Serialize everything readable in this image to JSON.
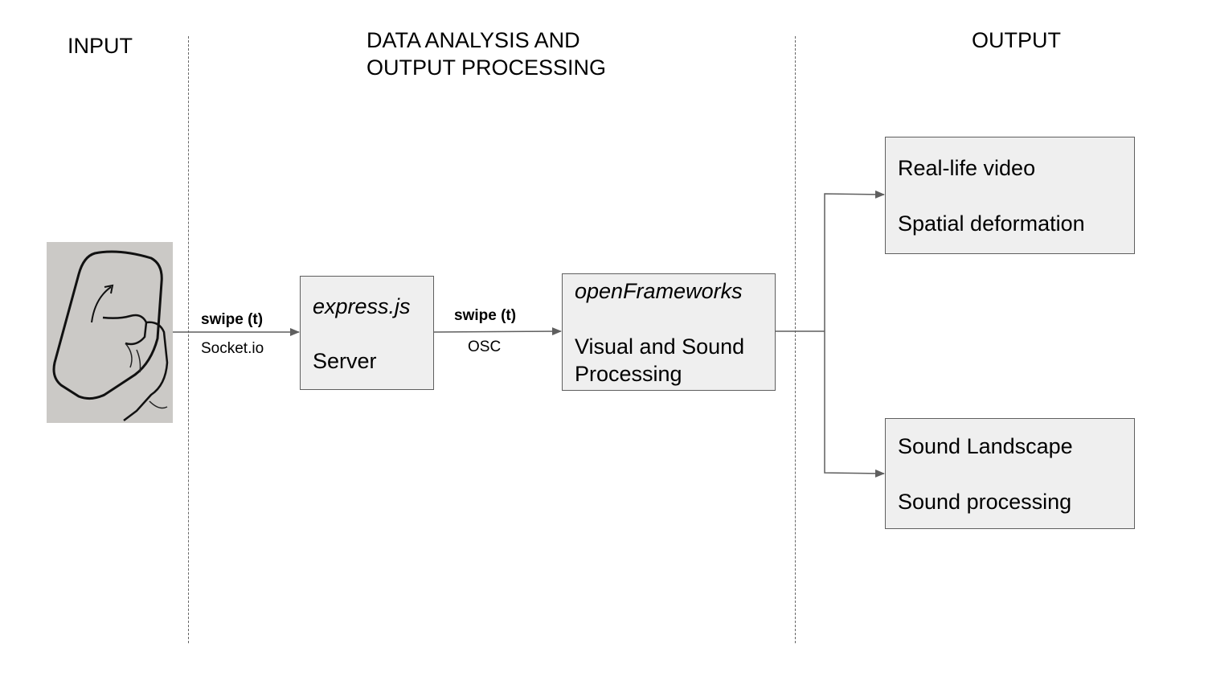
{
  "headings": {
    "input": "INPUT",
    "analysis_line1": "DATA ANALYSIS AND",
    "analysis_line2": "OUTPUT PROCESSING",
    "output": "OUTPUT"
  },
  "input_image": {
    "icon": "hand-swiping-phone-sketch"
  },
  "edges": {
    "input_to_server": {
      "event": "swipe (t)",
      "protocol": "Socket.io"
    },
    "server_to_of": {
      "event": "swipe (t)",
      "protocol": "OSC"
    }
  },
  "nodes": {
    "server": {
      "title": "express.js",
      "subtitle": "Server"
    },
    "openframeworks": {
      "title": "openFrameworks",
      "line1": "Visual and Sound",
      "line2": "Processing"
    },
    "video": {
      "line1": "Real-life video",
      "line2": "Spatial deformation"
    },
    "sound": {
      "line1": "Sound Landscape",
      "line2": "Sound processing"
    }
  },
  "colors": {
    "box_fill": "#efefef",
    "box_border": "#5f5f5f",
    "arrow": "#5f5f5f",
    "divider": "#666666"
  }
}
